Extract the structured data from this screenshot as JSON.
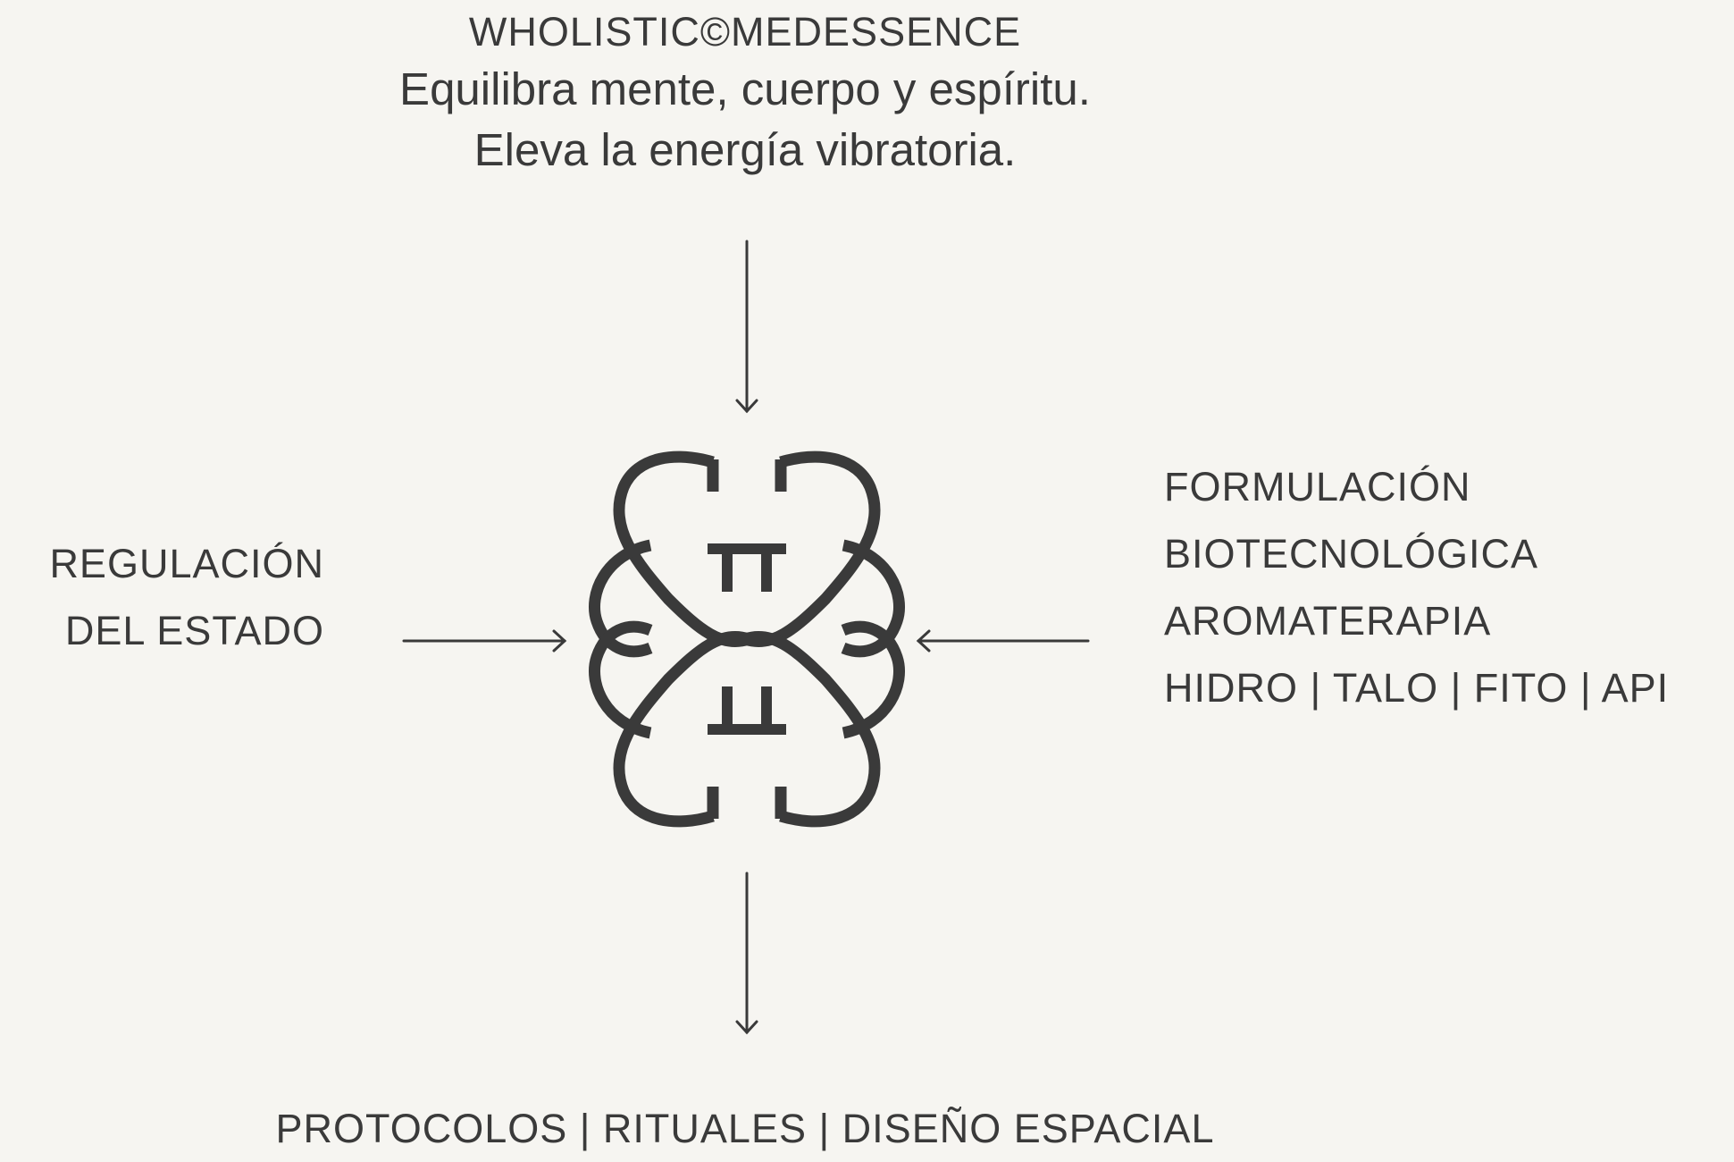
{
  "header": {
    "brand": "WHOLISTIC©MEDESSENCE",
    "tagline_line1": "Equilibra mente, cuerpo y espíritu.",
    "tagline_line2": "Eleva la energía vibratoria."
  },
  "left": {
    "line1": "REGULACIÓN",
    "line2": "DEL ESTADO"
  },
  "right": {
    "line1": "FORMULACIÓN",
    "line2": "BIOTECNOLÓGICA",
    "line3": "AROMATERAPIA",
    "line4": "HIDRO | TALO | FITO | API"
  },
  "bottom": {
    "text": "PROTOCOLOS | RITUALES | DISEÑO ESPACIAL"
  },
  "logo": {
    "icon": "monogram-logo-icon"
  },
  "colors": {
    "background": "#f6f5f1",
    "ink": "#3a3a3a"
  }
}
